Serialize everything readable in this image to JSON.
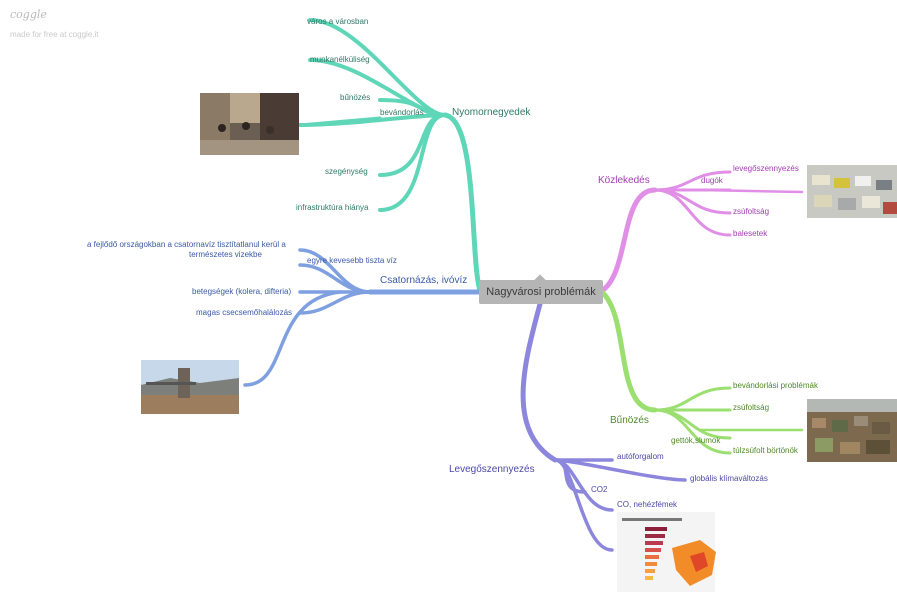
{
  "brand": {
    "logo": "coggle",
    "tagline": "made for free at coggle.it"
  },
  "colors": {
    "teal": "#5fd6b8",
    "blue": "#7e9fe0",
    "pink": "#e08ee6",
    "green": "#9adf6f",
    "purple": "#8c87dc"
  },
  "central": {
    "label": "Nagyvárosi problémák"
  },
  "branches": {
    "nyomor": {
      "label": "Nyomornegyedek",
      "items": [
        "város a városban",
        "munkanélküliség",
        "bűnözés",
        "bevándorlás",
        "szegénység",
        "infrastruktúra hiánya"
      ]
    },
    "csatorna": {
      "label": "Csatornázás, ivóvíz",
      "items": [
        "a fejlődő országokban a csatornavíz tisztítatlanul kerül a",
        "természetes vizekbe",
        "egyre kevesebb tiszta víz",
        "betegségek (kolera, difteria)",
        "magas csecsemőhalálozás"
      ]
    },
    "kozlekedes": {
      "label": "Közlekedés",
      "items": [
        "levegőszennyezés",
        "dugók",
        "zsúfoltság",
        "balesetek"
      ]
    },
    "bunozes": {
      "label": "Bűnözés",
      "items": [
        "bevándorlási problémák",
        "zsúfoltság",
        "gettók,slumok",
        "túlzsúfolt börtönök"
      ]
    },
    "levego": {
      "label": "Levegőszennyezés",
      "items": [
        "autóforgalom",
        "globális klímaváltozás",
        "CO2",
        "CO, nehézfémek"
      ]
    }
  }
}
